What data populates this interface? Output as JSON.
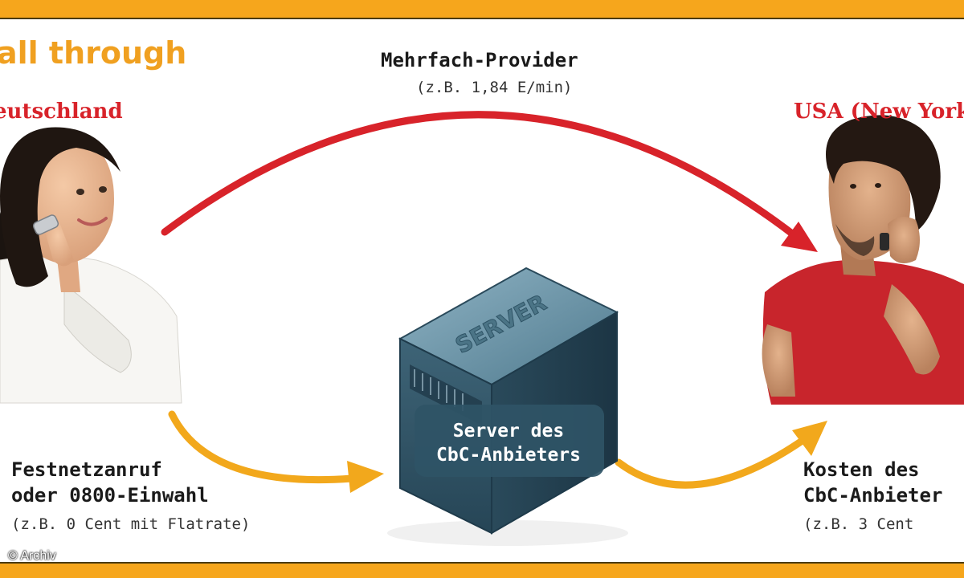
{
  "title": "all through",
  "left_country": "eutschland",
  "right_country": "USA (New York",
  "multi_provider": {
    "title": "Mehrfach-Provider",
    "note": "(z.B. 1,84 E/min)"
  },
  "landline": {
    "line1": "Festnetzanruf",
    "line2": "oder 0800-Einwahl",
    "note": "(z.B. 0 Cent mit Flatrate)"
  },
  "server": {
    "box_text": "SERVER",
    "line1": "Server des",
    "line2": "CbC-Anbieters"
  },
  "cost": {
    "line1": "Kosten des",
    "line2": "CbC-Anbieter",
    "note": "(z.B. 3 Cent"
  },
  "copyright": "© Archiv",
  "colors": {
    "frame": "#f6a61c",
    "red_arrow": "#d8232a",
    "orange_arrow": "#f2a81c",
    "country": "#d8232a",
    "title": "#f0a020",
    "server_body": "#2f5466"
  },
  "icons": [
    "woman-on-phone",
    "man-on-phone",
    "server-box"
  ]
}
